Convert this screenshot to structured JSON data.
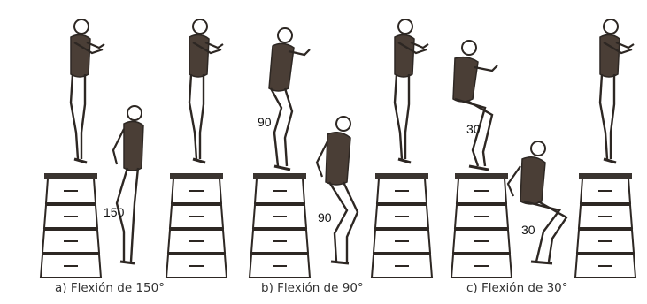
{
  "panels": [
    {
      "caption": "a) Flexión de 150°",
      "angle_labels": [
        "150"
      ]
    },
    {
      "caption": "b) Flexión de 90°",
      "angle_labels": [
        "90",
        "90"
      ]
    },
    {
      "caption": "c) Flexión de 30°",
      "angle_labels": [
        "30",
        "30"
      ]
    }
  ],
  "colors": {
    "ink": "#3a3430",
    "shade": "#4a3e36",
    "paper": "#ffffff"
  }
}
